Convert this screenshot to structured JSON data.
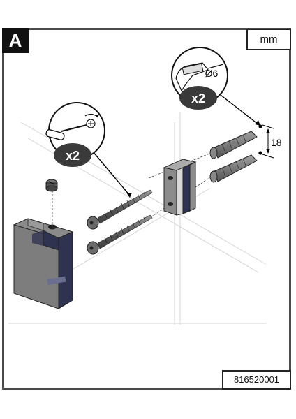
{
  "step_label": "A",
  "unit_label": "mm",
  "part_code": "816520001",
  "callouts": {
    "screwdriver": {
      "icon": "screwdriver-icon",
      "quantity": "x2"
    },
    "drill": {
      "icon": "drill-icon",
      "diameter": "Ø6",
      "quantity": "x2"
    }
  },
  "dimension": {
    "value": "18"
  },
  "colors": {
    "body": "#2f3350",
    "metal": "#6f6f6f",
    "badge": "#3a3a3a",
    "frame": "#4a4a4a"
  }
}
